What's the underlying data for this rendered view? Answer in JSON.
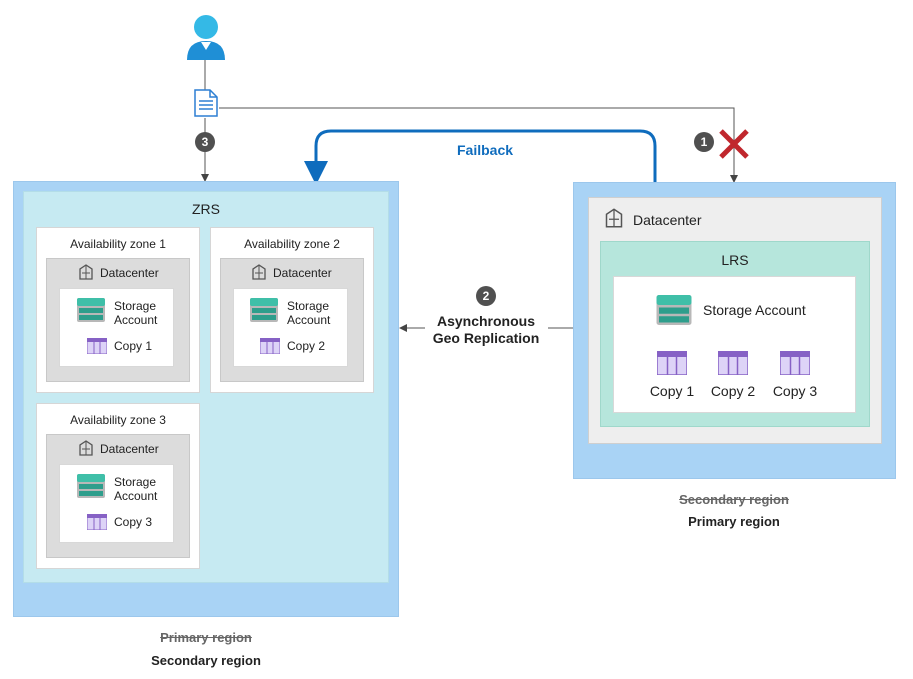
{
  "left_region": {
    "label_old": "Primary region",
    "label_new": "Secondary region",
    "zrs_title": "ZRS",
    "zones": [
      {
        "title": "Availability zone 1",
        "datacenter": "Datacenter",
        "storage": "Storage\nAccount",
        "copy": "Copy 1"
      },
      {
        "title": "Availability zone 2",
        "datacenter": "Datacenter",
        "storage": "Storage\nAccount",
        "copy": "Copy 2"
      },
      {
        "title": "Availability zone 3",
        "datacenter": "Datacenter",
        "storage": "Storage\nAccount",
        "copy": "Copy 3"
      }
    ]
  },
  "right_region": {
    "label_old": "Secondary region",
    "label_new": "Primary region",
    "datacenter": "Datacenter",
    "lrs_title": "LRS",
    "storage": "Storage Account",
    "copies": [
      "Copy 1",
      "Copy 2",
      "Copy 3"
    ]
  },
  "steps": {
    "step1": "1",
    "step2": "2",
    "step3": "3",
    "replication_line1": "Asynchronous",
    "replication_line2": "Geo Replication",
    "failback": "Failback"
  },
  "colors": {
    "region": "#a9d3f5",
    "zrs": "#c6eaf2",
    "lrs": "#b6e6dc",
    "failback_arrow": "#0f6cbd",
    "fail_x": "#c0272d",
    "step_badge": "#505050"
  }
}
